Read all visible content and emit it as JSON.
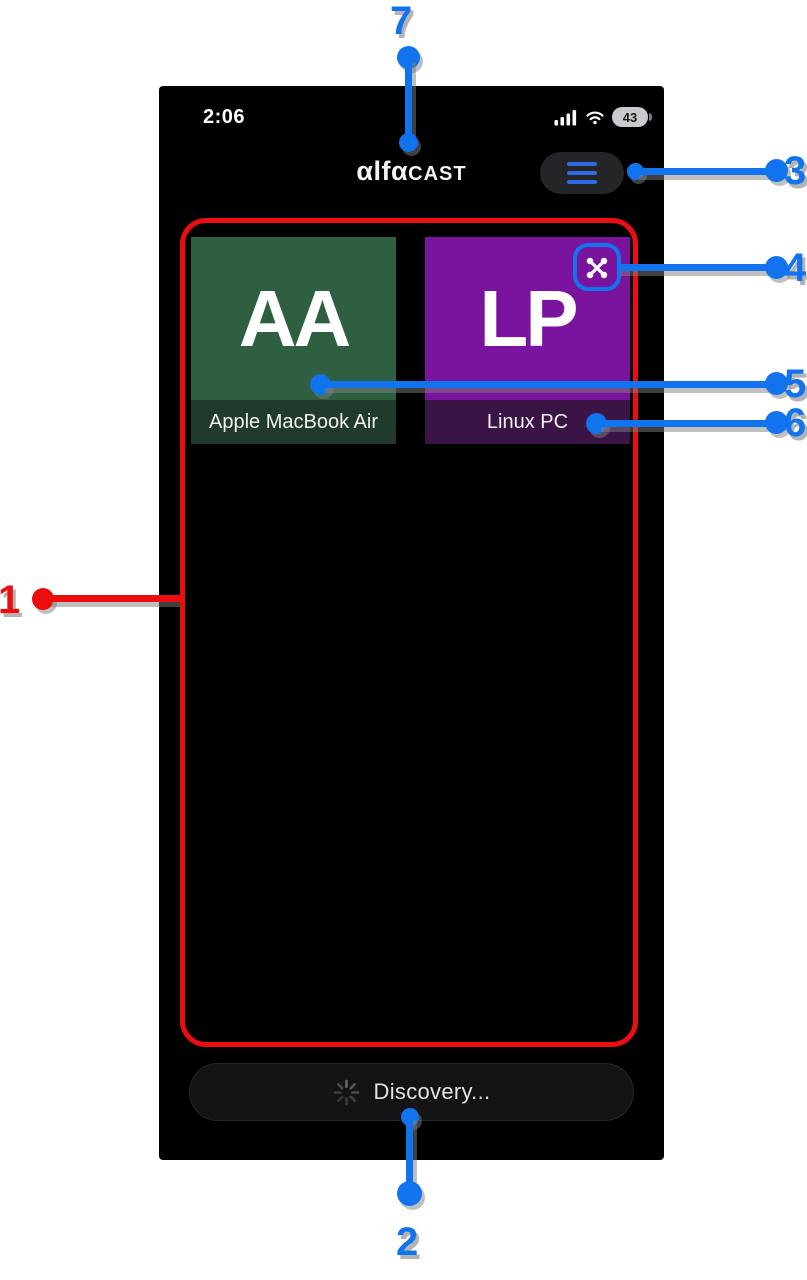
{
  "status_bar": {
    "time": "2:06",
    "battery_percent": "43"
  },
  "header": {
    "app_title_alpha": "αlfα",
    "app_title_cast": "CAST"
  },
  "devices": [
    {
      "initials": "AA",
      "name": "Apple MacBook Air",
      "tile_color": "#2e5f40",
      "label_bg": "#203a2b"
    },
    {
      "initials": "LP",
      "name": "Linux PC",
      "tile_color": "#7a149e",
      "label_bg": "#3a1444"
    }
  ],
  "discovery": {
    "label": "Discovery..."
  },
  "annotations": {
    "blue": "#1173ee",
    "red": "#ec0e0e",
    "items": [
      {
        "n": "1"
      },
      {
        "n": "2"
      },
      {
        "n": "3"
      },
      {
        "n": "4"
      },
      {
        "n": "5"
      },
      {
        "n": "6"
      },
      {
        "n": "7"
      }
    ]
  },
  "colors": {
    "menu_icon_blue": "#2e6ae0",
    "phone_bg": "#000000"
  }
}
